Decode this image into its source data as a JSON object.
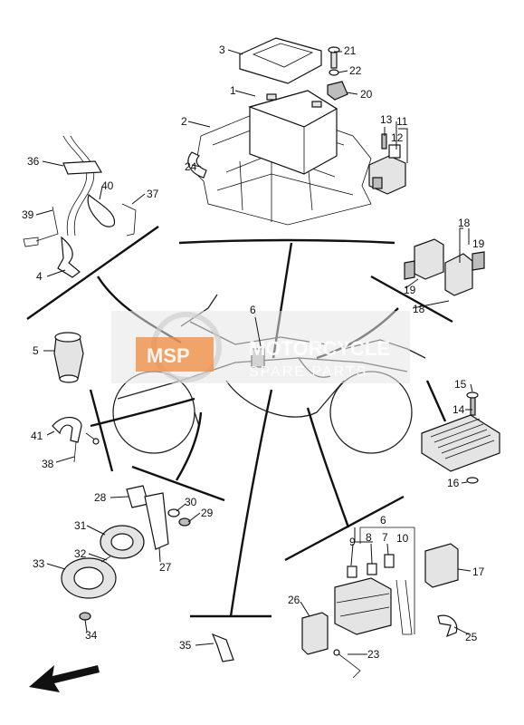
{
  "diagram": {
    "callouts": [
      "1",
      "2",
      "3",
      "4",
      "5",
      "6",
      "7",
      "8",
      "9",
      "10",
      "11",
      "12",
      "13",
      "14",
      "15",
      "16",
      "17",
      "18",
      "19",
      "20",
      "21",
      "22",
      "23",
      "24",
      "25",
      "26",
      "27",
      "28",
      "29",
      "30",
      "31",
      "32",
      "33",
      "34",
      "35",
      "36",
      "37",
      "38",
      "39",
      "40",
      "41"
    ],
    "extra_callouts": {
      "c6b": "6",
      "c18b": "18",
      "c19b": "19"
    },
    "watermark": {
      "logo": "MSP",
      "line1": "MOTORCYCLE",
      "line2": "SPARE PARTS",
      "color": "#f08a3c"
    },
    "direction_arrow": "front-arrow-icon"
  }
}
